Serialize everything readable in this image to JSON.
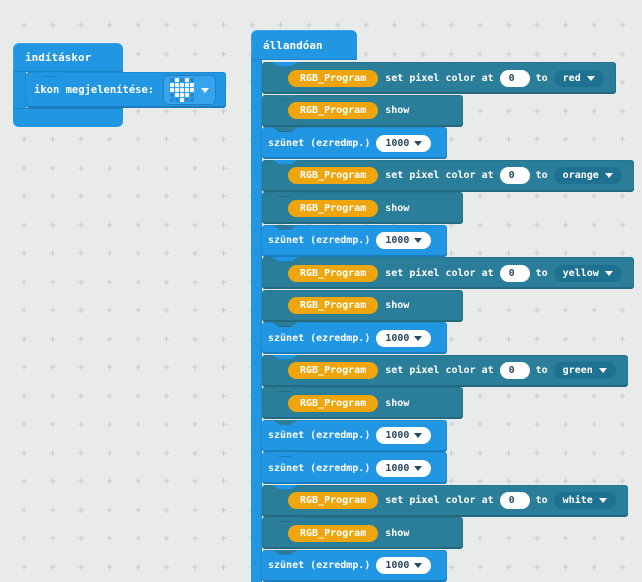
{
  "palette": {
    "blue": "#2196e3",
    "blue_dark": "#1b7fc6",
    "field": "#36a3ee",
    "teal": "#2a7e99",
    "teal_dark": "#1e7191",
    "orange": "#efa60e",
    "ink": "#2b4a60",
    "bg": "#e9eaea",
    "cross": "#c5c9c9"
  },
  "icons": {
    "heart": "5x5-led-matrix-heart",
    "dropdown_arrow": "triangle-down"
  },
  "on_start": {
    "title": "indításkor",
    "child": {
      "label": "ikon megjelenítése:",
      "icon": "heart",
      "pattern": [
        "01010",
        "11111",
        "11111",
        "01110",
        "00100"
      ]
    }
  },
  "forever": {
    "title": "állandóan",
    "rows": [
      {
        "type": "set_pixel",
        "device": "RGB_Program",
        "label": "set pixel color at",
        "index": "0",
        "to": "to",
        "color": "red"
      },
      {
        "type": "show",
        "device": "RGB_Program",
        "label": "show"
      },
      {
        "type": "pause",
        "label": "szünet (ezredmp.)",
        "value": "1000"
      },
      {
        "type": "set_pixel",
        "device": "RGB_Program",
        "label": "set pixel color at",
        "index": "0",
        "to": "to",
        "color": "orange"
      },
      {
        "type": "show",
        "device": "RGB_Program",
        "label": "show"
      },
      {
        "type": "pause",
        "label": "szünet (ezredmp.)",
        "value": "1000"
      },
      {
        "type": "set_pixel",
        "device": "RGB_Program",
        "label": "set pixel color at",
        "index": "0",
        "to": "to",
        "color": "yellow"
      },
      {
        "type": "show",
        "device": "RGB_Program",
        "label": "show"
      },
      {
        "type": "pause",
        "label": "szünet (ezredmp.)",
        "value": "1000"
      },
      {
        "type": "set_pixel",
        "device": "RGB_Program",
        "label": "set pixel color at",
        "index": "0",
        "to": "to",
        "color": "green"
      },
      {
        "type": "show",
        "device": "RGB_Program",
        "label": "show"
      },
      {
        "type": "pause",
        "label": "szünet (ezredmp.)",
        "value": "1000"
      },
      {
        "type": "pause",
        "label": "szünet (ezredmp.)",
        "value": "1000"
      },
      {
        "type": "set_pixel",
        "device": "RGB_Program",
        "label": "set pixel color at",
        "index": "0",
        "to": "to",
        "color": "white"
      },
      {
        "type": "show",
        "device": "RGB_Program",
        "label": "show"
      },
      {
        "type": "pause",
        "label": "szünet (ezredmp.)",
        "value": "1000"
      }
    ]
  }
}
